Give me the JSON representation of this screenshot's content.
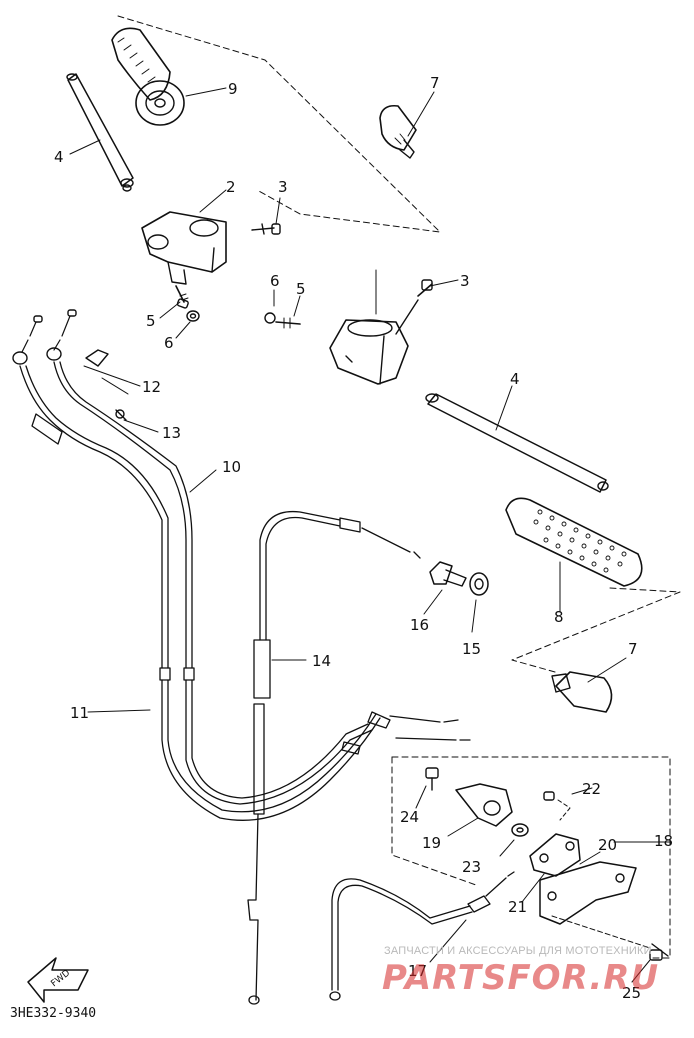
{
  "diagram": {
    "parts": [
      {
        "label": "2",
        "name": "right-handlebar-holder"
      },
      {
        "label": "3",
        "name": "screw"
      },
      {
        "label": "3",
        "name": "screw"
      },
      {
        "label": "4",
        "name": "handlebar"
      },
      {
        "label": "4",
        "name": "handlebar"
      },
      {
        "label": "5",
        "name": "screw"
      },
      {
        "label": "5",
        "name": "screw"
      },
      {
        "label": "6",
        "name": "nut"
      },
      {
        "label": "6",
        "name": "nut"
      },
      {
        "label": "7",
        "name": "bar-end-weight"
      },
      {
        "label": "7",
        "name": "bar-end-weight"
      },
      {
        "label": "8",
        "name": "grip"
      },
      {
        "label": "9",
        "name": "throttle-grip"
      },
      {
        "label": "10",
        "name": "throttle-cable-1"
      },
      {
        "label": "11",
        "name": "throttle-cable-2"
      },
      {
        "label": "12",
        "name": "cable-guide"
      },
      {
        "label": "13",
        "name": "screw"
      },
      {
        "label": "14",
        "name": "clutch-cable"
      },
      {
        "label": "15",
        "name": "locknut"
      },
      {
        "label": "16",
        "name": "adjuster"
      },
      {
        "label": "17",
        "name": "choke-cable"
      },
      {
        "label": "18",
        "name": "choke-lever-assembly"
      },
      {
        "label": "19",
        "name": "choke-lever"
      },
      {
        "label": "20",
        "name": "lever-holder"
      },
      {
        "label": "21",
        "name": "plate"
      },
      {
        "label": "22",
        "name": "bolt"
      },
      {
        "label": "23",
        "name": "washer"
      },
      {
        "label": "24",
        "name": "bolt"
      },
      {
        "label": "25",
        "name": "bolt"
      }
    ],
    "diagram_code": "3HE332-9340",
    "watermark": {
      "caption": "ЗАПЧАСТИ И АКСЕССУАРЫ ДЛЯ МОТОТЕХНИКИ",
      "logo_text": "PARTSFOR.RU"
    },
    "arrow_text": "FWD",
    "colors": {
      "ink": "#111111",
      "paper": "#ffffff",
      "watermark_red": "#d62828",
      "watermark_gray": "#b9b9b9"
    }
  }
}
